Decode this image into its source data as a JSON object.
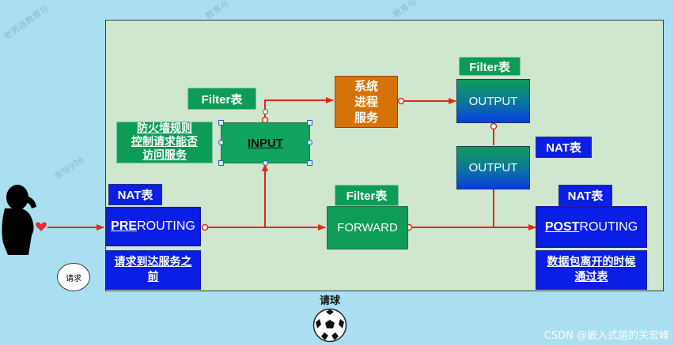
{
  "watermarks": [
    "老男孩教育与",
    "教育与",
    "教育与",
    "李导996"
  ],
  "nodes": {
    "prerouting": {
      "prefix": "PRE",
      "suffix": "ROUTING"
    },
    "postrouting": {
      "prefix": "POST",
      "suffix": "ROUTING"
    },
    "input": "INPUT",
    "forward": "FORWARD",
    "output_top": "OUTPUT",
    "output_bottom": "OUTPUT",
    "service": [
      "系统",
      "进程",
      "服务"
    ]
  },
  "tags": {
    "filter_input": "Filter表",
    "filter_output": "Filter表",
    "filter_forward": "Filter表",
    "nat_prerouting": "NAT表",
    "nat_output": "NAT表",
    "nat_postrouting": "NAT表"
  },
  "notes": {
    "firewall": [
      "防火墙规则",
      "控制请求能否",
      "访问服务"
    ],
    "prerouting_note": [
      "请求到达服务之",
      "前"
    ],
    "postrouting_note": [
      "数据包离开的时候",
      "通过表"
    ]
  },
  "request_circle": "请求",
  "ball_label": "请球",
  "credit": "CSDN @嵌入式届的关宏峰"
}
